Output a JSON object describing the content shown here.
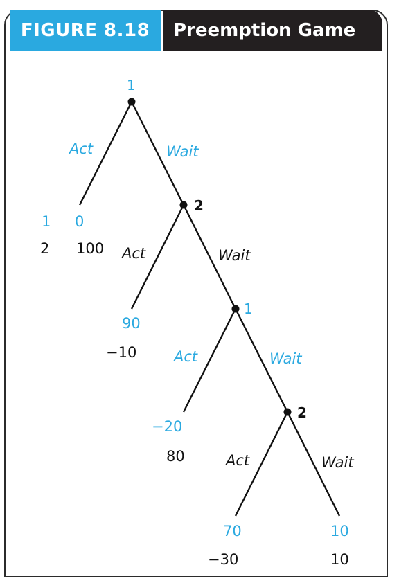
{
  "header": {
    "figure_label": "FIGURE 8.18",
    "title": "Preemption Game"
  },
  "tree": {
    "root_player": "1",
    "node2_player": "2",
    "node3_player": "1",
    "node4_player": "2",
    "action_act": "Act",
    "action_wait": "Wait",
    "row_label_player1": "1",
    "row_label_player2": "2",
    "payoffs": [
      {
        "p1": "0",
        "p2": "100"
      },
      {
        "p1": "90",
        "p2": "−10"
      },
      {
        "p1": "−20",
        "p2": "80"
      },
      {
        "p1": "70",
        "p2": "−30"
      },
      {
        "p1": "10",
        "p2": "10"
      }
    ]
  },
  "colors": {
    "accent_blue": "#2aa9e0",
    "dark": "#231f20"
  }
}
